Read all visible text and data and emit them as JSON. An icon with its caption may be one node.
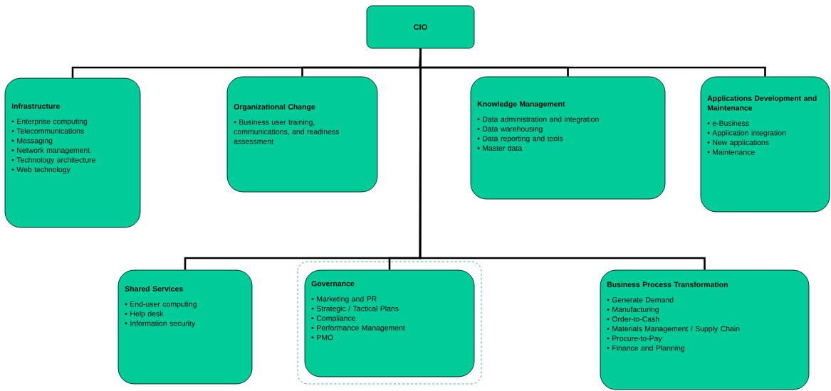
{
  "diagram": {
    "nodes": [
      {
        "text": [
          "CIO"
        ]
      },
      {
        "text": [
          "Infrastructure",
          "• Enterprise computing",
          "• Telecommunications",
          "• Messaging",
          "• Network management",
          "• Technology architecture",
          "• Web technology"
        ]
      },
      {
        "text": [
          "Organizational Change",
          "• Business user  training, communications, and readiness assessment"
        ]
      },
      {
        "text": [
          "Knowledge Management",
          "• Data administration and integration",
          "• Data warehousing",
          "• Data reporting and tools",
          "• Master data"
        ]
      },
      {
        "text": [
          "Applications Development and Maintenance",
          "• e-Business",
          "• Application integration",
          "• New applications",
          "• Maintenance"
        ]
      },
      {
        "text": [
          "Shared Services",
          "• End-user  computing",
          "• Help desk",
          "• Information security"
        ]
      },
      {
        "text": [
          "Governance",
          "• Marketing and PR",
          "• Strategic / Tactical Plans",
          "• Compliance",
          "• Performance Management",
          "• PMO"
        ]
      },
      {
        "text": [
          "Business Process Transformation",
          "• Generate Demand",
          "• Manufacturing",
          "• Order-to-Cash",
          "• Materials Management / Supply Chain",
          "• Procure-to-Pay",
          "• Finance and Planning"
        ]
      }
    ],
    "edges": [
      {
        "from": 0,
        "to": 1,
        "arrow": "none"
      },
      {
        "from": 0,
        "to": 2,
        "arrow": "none"
      },
      {
        "from": 0,
        "to": 3,
        "arrow": "none"
      },
      {
        "from": 0,
        "to": 4,
        "arrow": "none"
      },
      {
        "from": 0,
        "to": 5,
        "arrow": "none"
      },
      {
        "from": 0,
        "to": 6,
        "arrow": "none"
      },
      {
        "from": 0,
        "to": 7,
        "arrow": "none"
      }
    ]
  }
}
